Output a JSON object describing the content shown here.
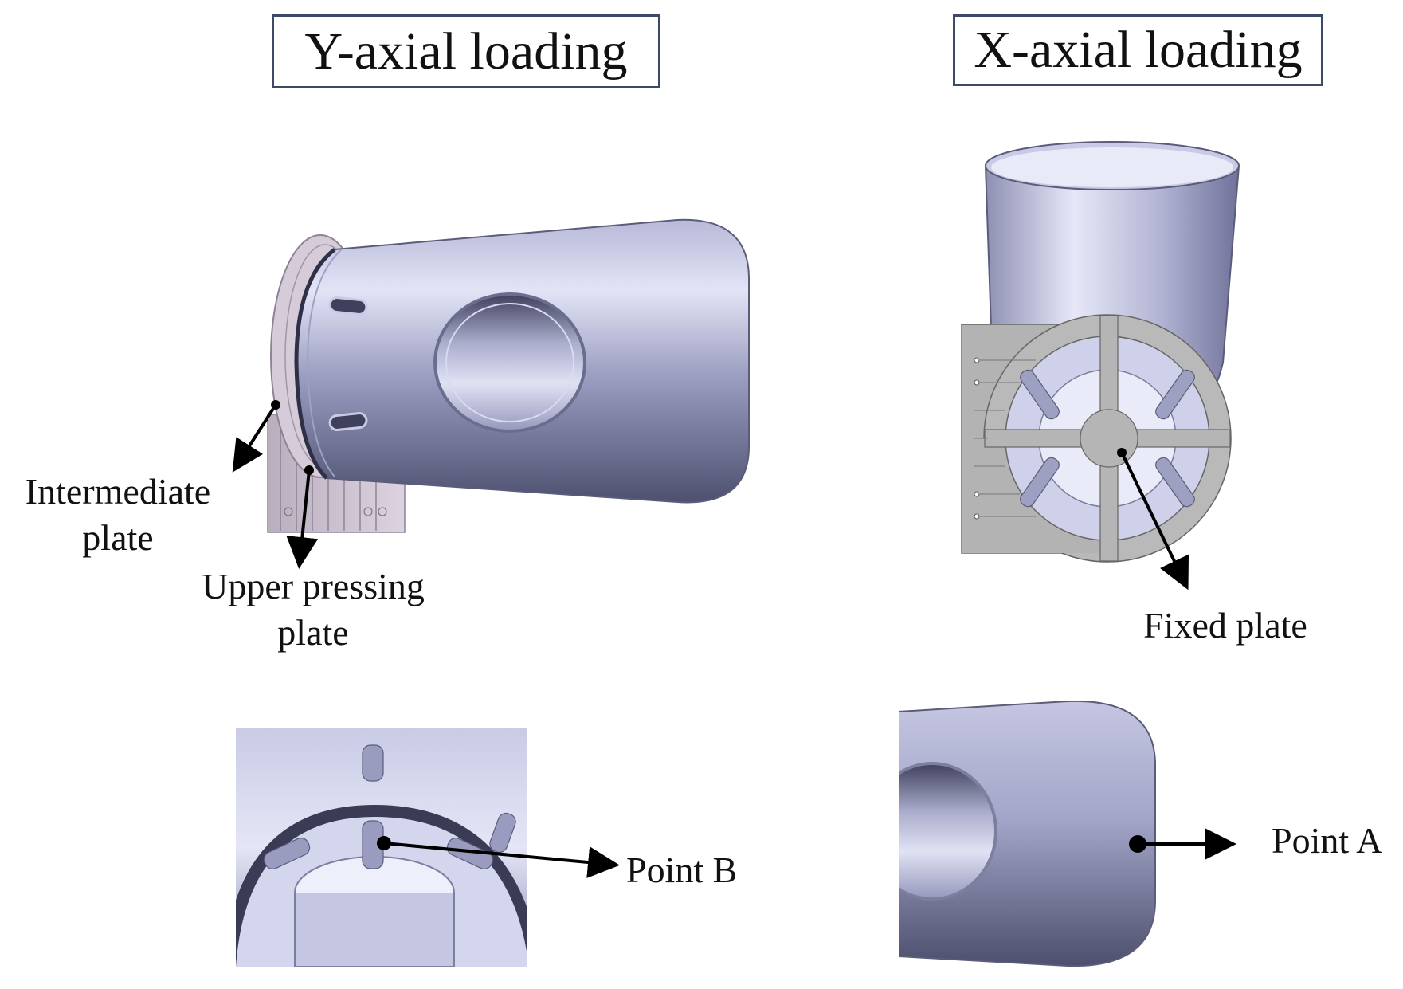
{
  "titles": {
    "y_axial": "Y-axial loading",
    "x_axial": "X-axial loading"
  },
  "labels": {
    "intermediate_line1": "Intermediate",
    "intermediate_line2": "plate",
    "upper_line1": "Upper pressing",
    "upper_line2": "plate",
    "fixed": "Fixed plate",
    "point_b": "Point B",
    "point_a": "Point A"
  },
  "colors": {
    "frame": "#3b4a66",
    "part_light": "#d9dbf0",
    "part_mid": "#a7a9c9",
    "part_dark": "#585a7a",
    "plate_grey": "#b4b4b4",
    "fixture_pink": "#cbbfcf",
    "arrow": "#000000"
  }
}
